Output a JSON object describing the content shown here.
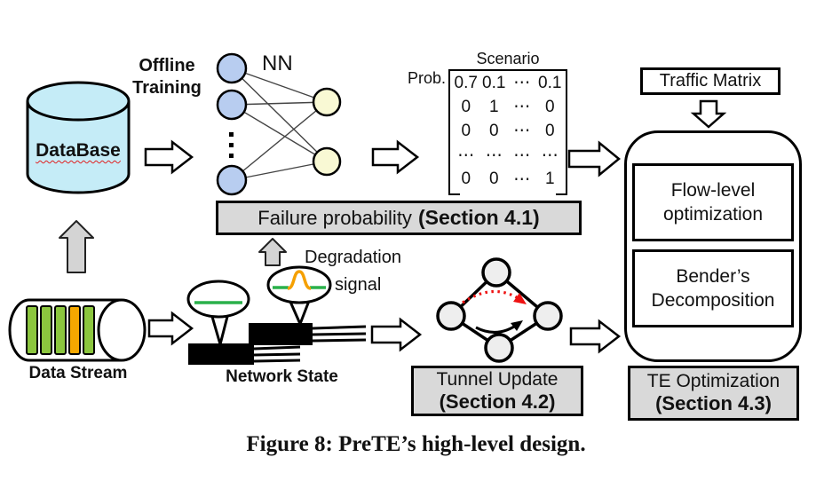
{
  "figure": {
    "caption": "Figure 8: PreTE’s high-level design."
  },
  "labels": {
    "offline_training": "Offline Training",
    "nn": "NN",
    "database": "DataBase",
    "data_stream": "Data Stream",
    "network_state": "Network State",
    "degradation_line1": "Degradation",
    "degradation_line2": "signal",
    "traffic_matrix": "Traffic Matrix",
    "flow_level": "Flow-level optimization",
    "benders": "Bender’s Decomposition"
  },
  "matrix": {
    "col_header": "Scenario",
    "row_header": "Prob.",
    "rows": [
      [
        "0.7",
        "0.1",
        "⋯",
        "0.1"
      ],
      [
        "0",
        "1",
        "⋯",
        "0"
      ],
      [
        "0",
        "0",
        "⋯",
        "0"
      ],
      [
        "⋯",
        "⋯",
        "⋯",
        "⋯"
      ],
      [
        "0",
        "0",
        "⋯",
        "1"
      ]
    ]
  },
  "sections": {
    "failure": {
      "title": "Failure probability",
      "section": "(Section 4.1)"
    },
    "tunnel": {
      "title": "Tunnel Update",
      "section": "(Section 4.2)"
    },
    "te": {
      "title": "TE Optimization",
      "section": "(Section 4.3)"
    }
  },
  "colors": {
    "db_fill": "#c5ecf7",
    "nn_input": "#b8cdf0",
    "nn_output": "#f9f9d4",
    "node_fill": "#eeeeee",
    "box_gray": "#d9d9d9",
    "arrow_gray": "#d4d4d4",
    "bar_green": "#8cc63e",
    "bar_orange": "#f5a800",
    "signal_green": "#2ab04a",
    "signal_orange": "#f5a000",
    "alert_red": "#ee1111"
  }
}
